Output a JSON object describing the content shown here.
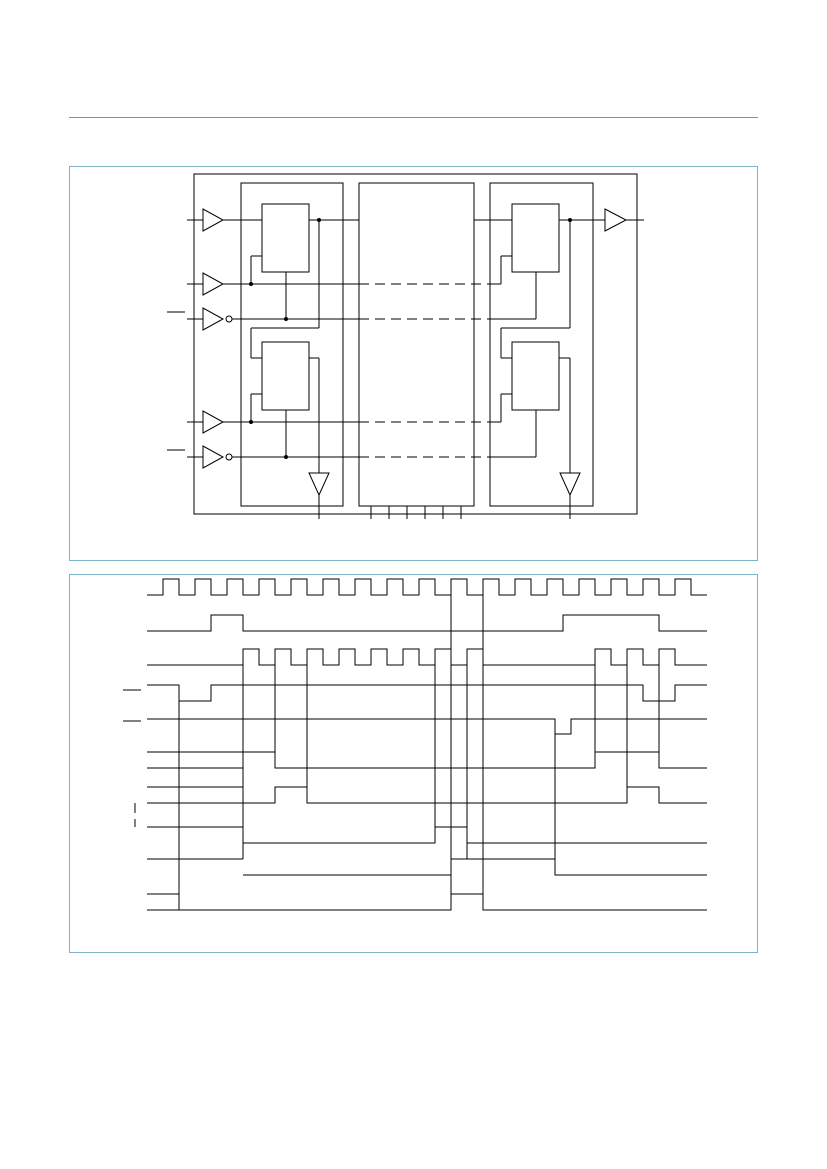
{
  "colors": {
    "rule": "#5aa0be",
    "panel_border": "#7fb3c8",
    "line": "#000000"
  },
  "block_diagram": {
    "input_buffers": 5,
    "inverting_inputs": 2,
    "register_stages": 2,
    "output_buffers": 3
  },
  "timing_diagram": {
    "signal_rows": 16,
    "clock_cycles": 17
  }
}
